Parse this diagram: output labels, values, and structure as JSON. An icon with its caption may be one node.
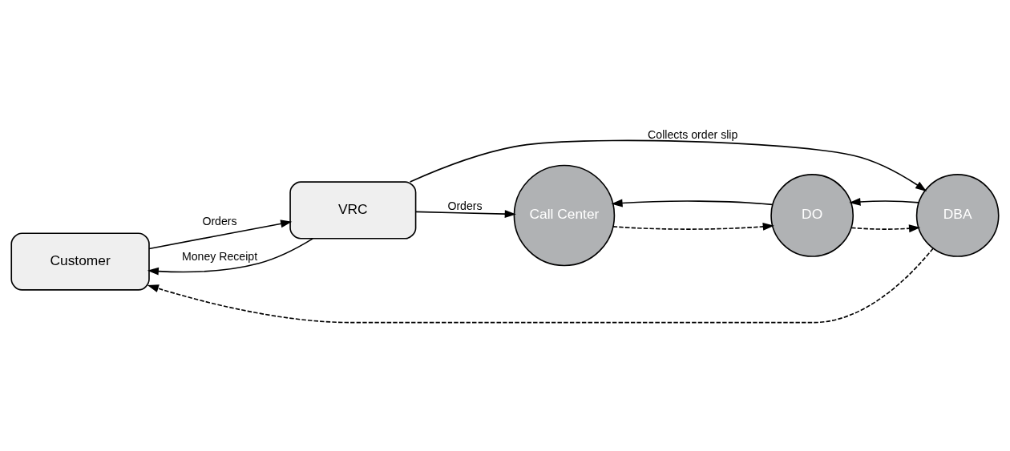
{
  "diagram": {
    "nodes": [
      {
        "text": [
          "Customer"
        ]
      },
      {
        "text": [
          "VRC"
        ]
      },
      {
        "text": [
          "DBA"
        ]
      },
      {
        "text": [
          "Call Center"
        ]
      },
      {
        "text": [
          "DO"
        ]
      }
    ],
    "edges": [
      {
        "from": 0,
        "to": 1,
        "arrow": "to",
        "label": "Orders"
      },
      {
        "from": 1,
        "to": 0,
        "arrow": "to",
        "label": "Money Receipt"
      },
      {
        "from": 1,
        "to": 2,
        "arrow": "to",
        "label": "Collects order slip"
      },
      {
        "from": 1,
        "to": 3,
        "arrow": "to",
        "label": "Orders"
      },
      {
        "from": 2,
        "to": 0,
        "arrow": "to",
        "style": "dashed"
      },
      {
        "from": 3,
        "to": 4,
        "arrow": "to",
        "style": "dashed"
      },
      {
        "from": 4,
        "to": 3,
        "arrow": "to"
      },
      {
        "from": 4,
        "to": 2,
        "arrow": "to",
        "style": "dashed"
      },
      {
        "from": 2,
        "to": 4,
        "arrow": "to"
      }
    ]
  }
}
